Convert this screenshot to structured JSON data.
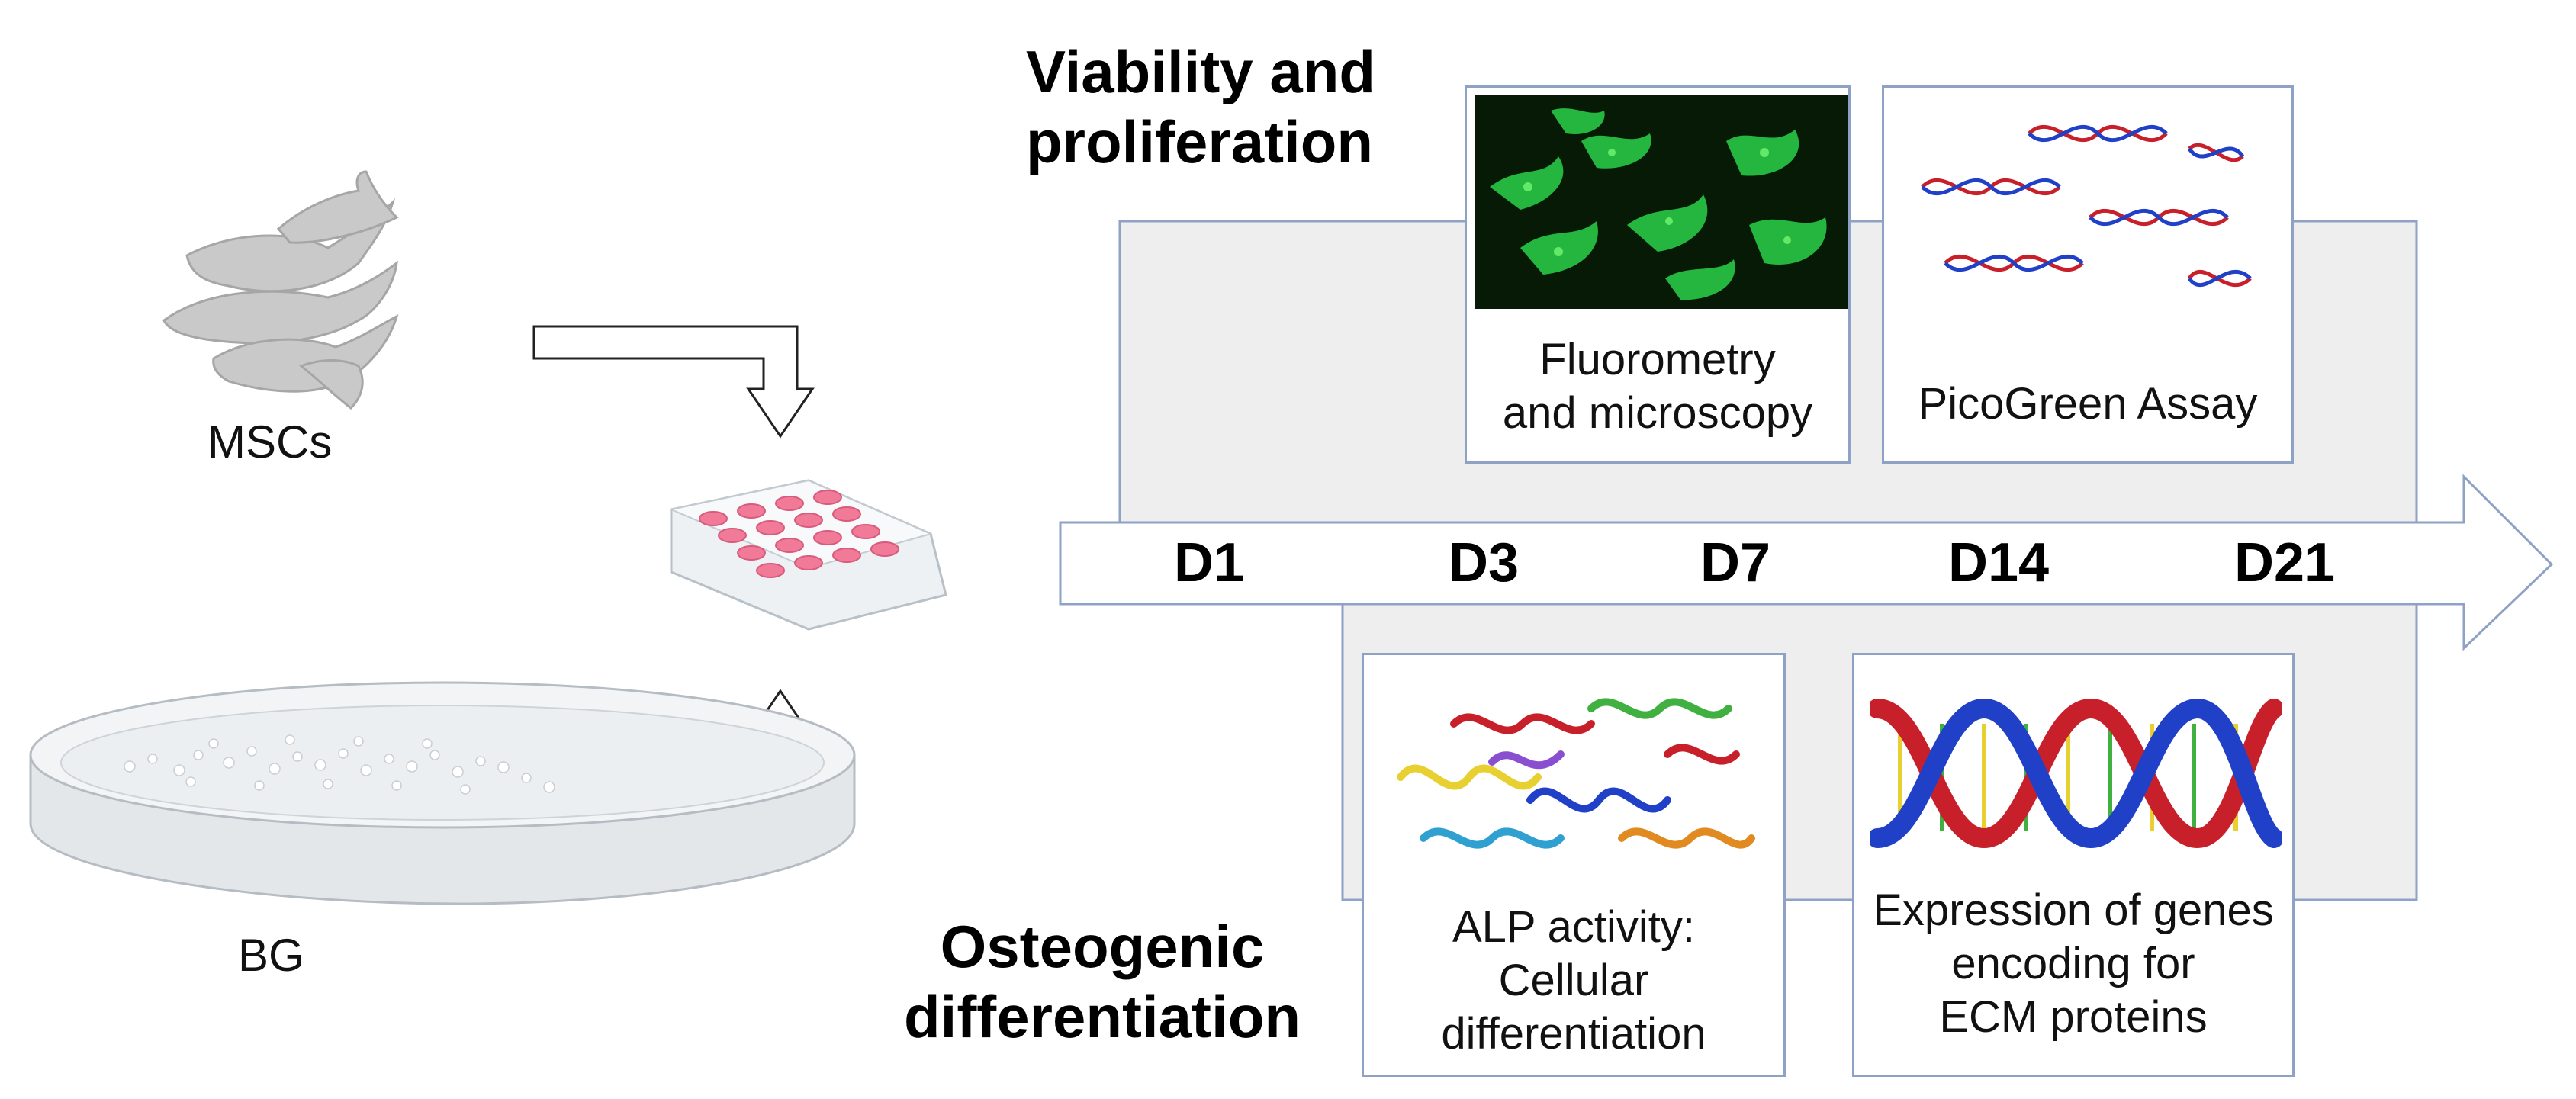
{
  "inputs": {
    "mscs_label": "MSCs",
    "bg_label": "BG"
  },
  "headings": {
    "viability": [
      "Viability and",
      "proliferation"
    ],
    "osteogenic": [
      "Osteogenic",
      "differentiation"
    ]
  },
  "timeline": {
    "days": [
      "D1",
      "D3",
      "D7",
      "D14",
      "D21"
    ]
  },
  "cards": {
    "fluorometry": [
      "Fluorometry",
      "and microscopy"
    ],
    "picogreen": [
      "PicoGreen Assay"
    ],
    "alp": [
      "ALP activity:",
      "Cellular",
      "differentiation"
    ],
    "genes": [
      "Expression of genes",
      "encoding for",
      "ECM proteins"
    ]
  },
  "colors": {
    "panel_fill": "#eeeeee",
    "panel_border": "#8ea2c6",
    "micro_green": "#2bd24a",
    "dna_red": "#c8202a",
    "dna_blue": "#2040c8",
    "well_pink": "#f07a98"
  }
}
